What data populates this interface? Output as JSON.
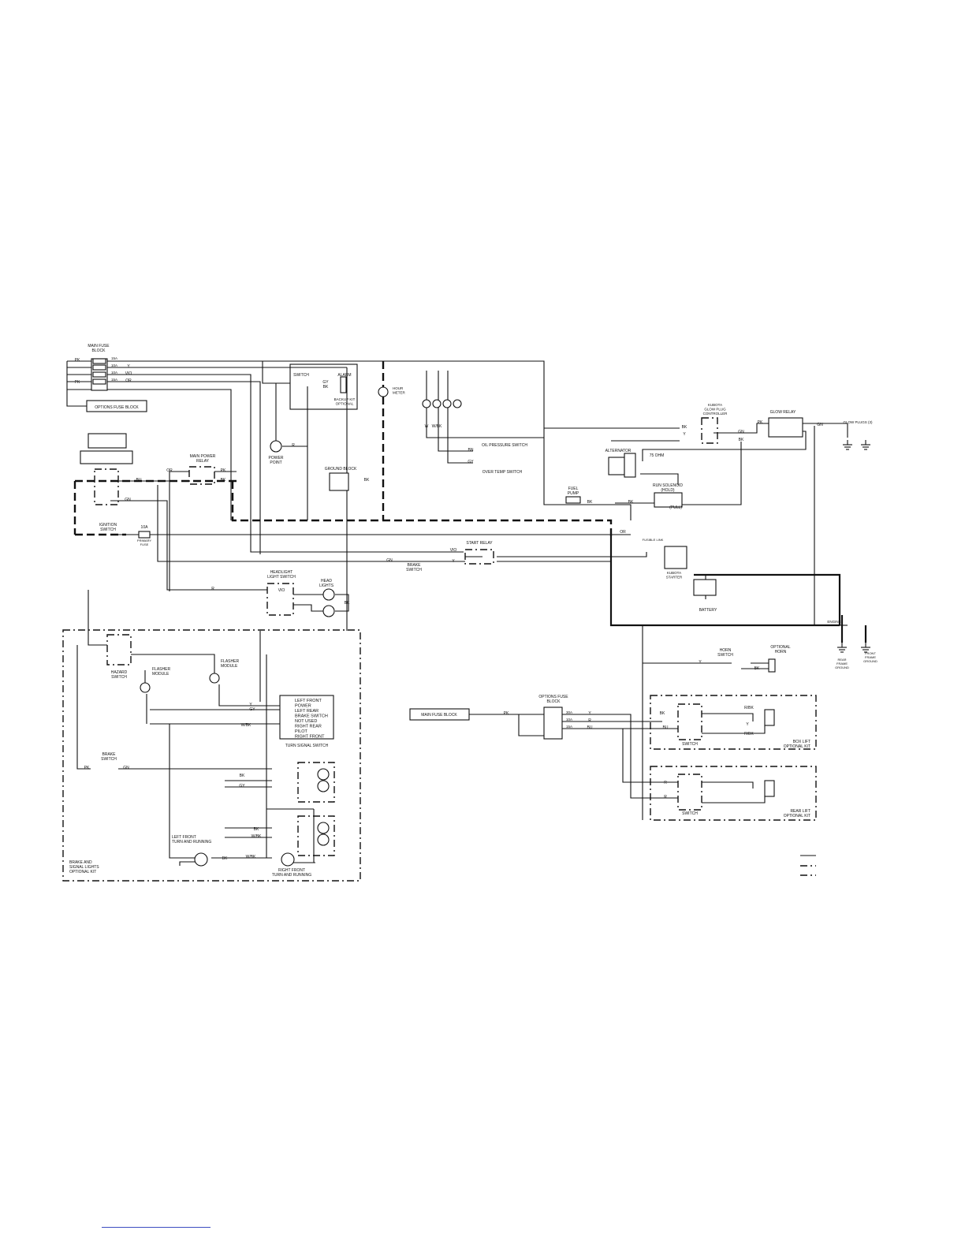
{
  "components": {
    "main_fuse_block": "MAIN FUSE\nBLOCK",
    "fuse_15a": "15A",
    "fuse_10a": "10A",
    "options_fuse_block": "OPTIONS FUSE BLOCK",
    "switch": "SWITCH",
    "alarm": "ALARM",
    "backup_kit": "BACKUP KIT\nOPTIONAL",
    "hour_meter": "HOUR\nMETER",
    "power_point": "POWER\nPOINT",
    "ground_block": "GROUND BLOCK",
    "main_power_relay": "MAIN POWER\nRELAY",
    "ignition_switch": "IGNITION\nSWITCH",
    "primary_fuse": "PRIMARY\nFUSE",
    "oil_pressure_switch": "OIL PRESSURE SWITCH",
    "over_temp_switch": "OVER TEMP SWITCH",
    "glow_plug_controller": "KUBOTA\nGLOW PLUG\nCONTROLLER",
    "glow_relay": "GLOW RELAY",
    "glow_plugs": "GLOW PLUGS (3)",
    "alternator": "ALTERNATOR",
    "resistor": "75 OHM",
    "run_solenoid": "RUN SOLENOID\n(HOLD)",
    "pull": "(PULL)",
    "fuel_pump": "FUEL\nPUMP",
    "start_relay": "START RELAY",
    "brake_switch_start": "BRAKE\nSWITCH",
    "kubota_starter": "KUBOTA\nSTARTER",
    "fusible_link": "FUSIBLE LINK",
    "battery": "BATTERY",
    "engine": "ENGINE",
    "rear_frame_ground": "REAR\nFRAME\nGROUND",
    "front_frame_ground": "FRONT\nFRAME\nGROUND",
    "headlight_switch": "HEADLIGHT\nLIGHT SWITCH",
    "head_lights": "HEAD\nLIGHTS",
    "hazard_switch": "HAZARD\nSWITCH",
    "flasher_module": "FLASHER\nMODULE",
    "turn_signal_switch": "TURN SIGNAL SWITCH",
    "turn_signal_rows": [
      "LEFT FRONT",
      "POWER",
      "LEFT REAR",
      "BRAKE SWITCH",
      "NOT USED",
      "RIGHT REAR",
      "PILOT",
      "RIGHT FRONT"
    ],
    "brake_switch": "BRAKE\nSWITCH",
    "left_front": "LEFT FRONT\nTURN AND RUNNING",
    "right_front": "RIGHT FRONT\nTURN AND RUNNING",
    "brake_signal_kit": "BRAKE AND\nSIGNAL LIGHTS\nOPTIONAL KIT",
    "horn_switch": "HORN\nSWITCH",
    "optional_horn": "OPTIONAL\nHORN",
    "main_fuse_block_ref": "MAIN FUSE BLOCK",
    "options_fuse_block_right": "OPTIONS FUSE\nBLOCK",
    "fuse_30a": "30A",
    "box_lift_kit": "BOX LIFT\nOPTIONAL KIT",
    "rear_lift_kit": "REAR LIFT\nOPTIONAL KIT"
  },
  "wire_codes": [
    "PK",
    "Y",
    "VIO",
    "OR",
    "R",
    "BK",
    "GN",
    "BU",
    "GY",
    "BN",
    "W",
    "W/BK",
    "R/BK"
  ]
}
